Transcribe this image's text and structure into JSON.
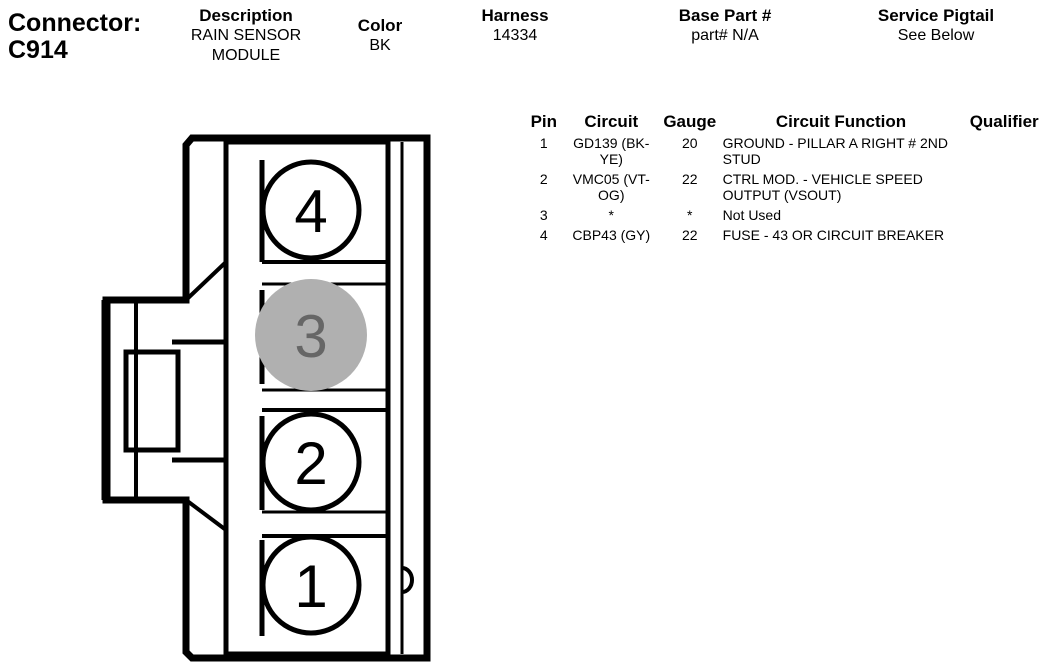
{
  "header": {
    "connector_label": "Connector:",
    "connector_id": "C914",
    "description": {
      "label": "Description",
      "value": "RAIN SENSOR MODULE"
    },
    "color": {
      "label": "Color",
      "value": "BK"
    },
    "harness": {
      "label": "Harness",
      "value": "14334"
    },
    "base_part": {
      "label": "Base Part #",
      "value": "part# N/A"
    },
    "service_pigtail": {
      "label": "Service Pigtail",
      "value": "See Below"
    }
  },
  "table": {
    "headers": {
      "pin": "Pin",
      "circuit": "Circuit",
      "gauge": "Gauge",
      "function": "Circuit Function",
      "qualifier": "Qualifier"
    },
    "rows": [
      {
        "pin": "1",
        "circuit": "GD139 (BK-YE)",
        "gauge": "20",
        "function": "GROUND - PILLAR A RIGHT # 2ND STUD",
        "qualifier": ""
      },
      {
        "pin": "2",
        "circuit": "VMC05 (VT-OG)",
        "gauge": "22",
        "function": "CTRL MOD. - VEHICLE SPEED OUTPUT (VSOUT)",
        "qualifier": ""
      },
      {
        "pin": "3",
        "circuit": "*",
        "gauge": "*",
        "function": "Not Used",
        "qualifier": ""
      },
      {
        "pin": "4",
        "circuit": "CBP43 (GY)",
        "gauge": "22",
        "function": "FUSE - 43 OR CIRCUIT BREAKER",
        "qualifier": ""
      }
    ]
  },
  "connector_pins": [
    {
      "number": "4",
      "used": true
    },
    {
      "number": "3",
      "used": false
    },
    {
      "number": "2",
      "used": true
    },
    {
      "number": "1",
      "used": true
    }
  ],
  "colors": {
    "unused_pin_fill": "#b0b0b0",
    "unused_pin_text": "#666666",
    "line": "#000000"
  }
}
